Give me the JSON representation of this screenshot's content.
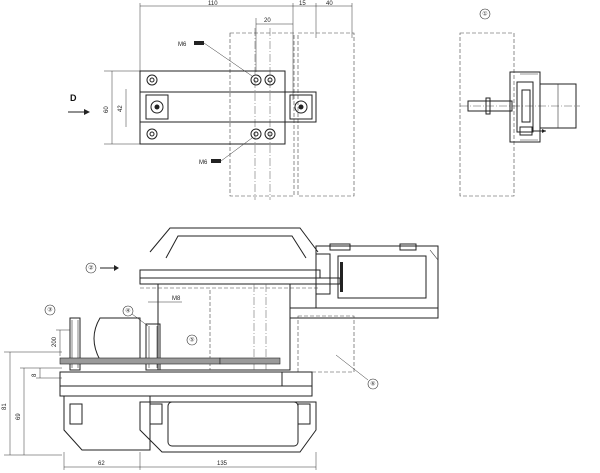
{
  "top_view": {
    "dimensions": {
      "d110": "110",
      "d20": "20",
      "d15": "15",
      "d40": "40",
      "d60": "60",
      "d42": "42"
    },
    "thread_top": "M6",
    "thread_bottom": "M6",
    "view_letter": "D"
  },
  "side_view": {
    "balloon": "①"
  },
  "front_view": {
    "balloons": {
      "b2": "②",
      "b3": "③",
      "b4": "④",
      "b5": "⑤",
      "b6": "⑥"
    },
    "thread": "M8",
    "dimensions": {
      "d200": "200",
      "d8": "8",
      "d69": "69",
      "d81": "81",
      "d62": "62",
      "d135": "135"
    }
  }
}
